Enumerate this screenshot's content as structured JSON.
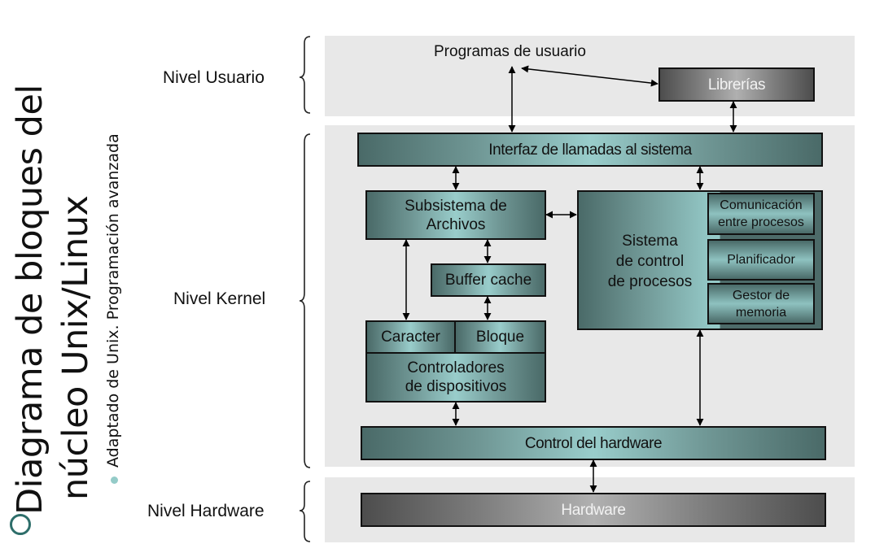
{
  "title": {
    "line1": "Diagrama de bloques del",
    "line2": "núcleo Unix/Linux",
    "subtitle": "Adaptado de Unix. Programación avanzada"
  },
  "levels": {
    "user": "Nivel Usuario",
    "kernel": "Nivel Kernel",
    "hardware": "Nivel Hardware"
  },
  "blocks": {
    "user_programs": "Programas de usuario",
    "libraries": "Librerías",
    "syscall_interface": "Interfaz de llamadas al sistema",
    "file_subsystem_l1": "Subsistema de",
    "file_subsystem_l2": "Archivos",
    "buffer_cache": "Buffer cache",
    "character": "Caracter",
    "block": "Bloque",
    "device_drivers_l1": "Controladores",
    "device_drivers_l2": "de dispositivos",
    "process_control_l1": "Sistema",
    "process_control_l2": "de control",
    "process_control_l3": "de procesos",
    "ipc_l1": "Comunicación",
    "ipc_l2": "entre procesos",
    "scheduler": "Planificador",
    "memory_l1": "Gestor de",
    "memory_l2": "memoria",
    "hardware_control": "Control del hardware",
    "hardware": "Hardware"
  },
  "colors": {
    "bullet_ring": "#2e6e6a",
    "bullet_dot": "#94cbc8",
    "panel": "#e8e8e8",
    "teal_dark": "#4a6a68",
    "teal_light": "#99cdcb",
    "gray_dark": "#4d4d4d"
  }
}
